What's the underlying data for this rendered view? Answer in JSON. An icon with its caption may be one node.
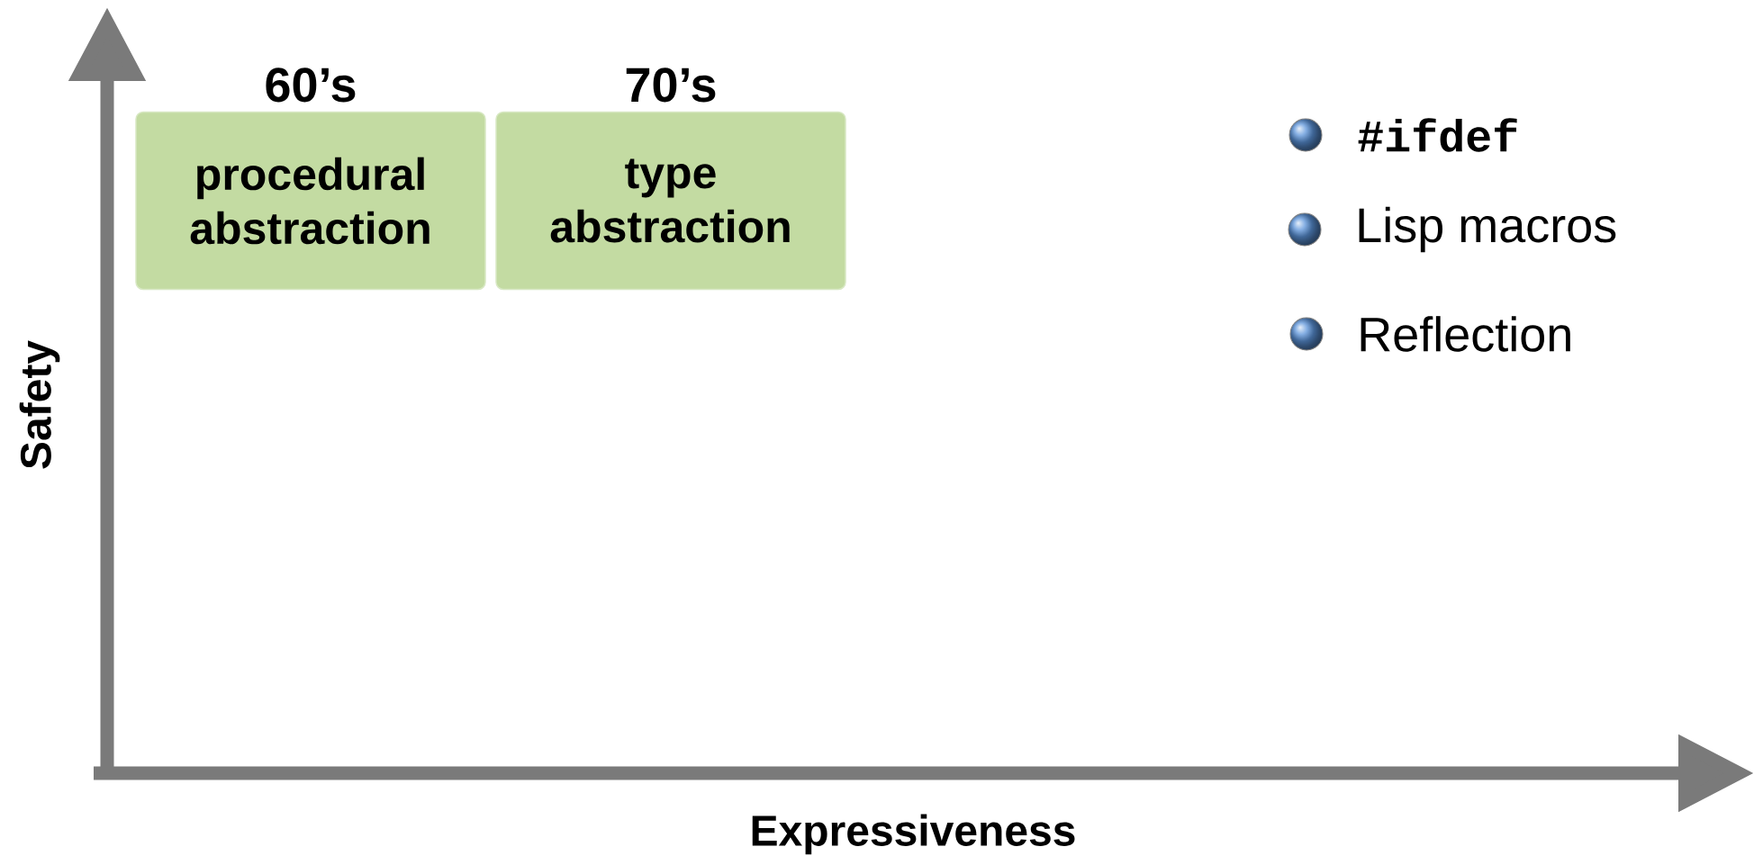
{
  "diagram": {
    "nodes": [
      {
        "text": [
          "60’s",
          "procedural abstraction"
        ]
      },
      {
        "text": [
          "70’s",
          "type abstraction"
        ]
      }
    ],
    "labels": [
      "#ifdef",
      "Lisp macros",
      "Reflection",
      "Safety",
      "Expressiveness"
    ]
  }
}
